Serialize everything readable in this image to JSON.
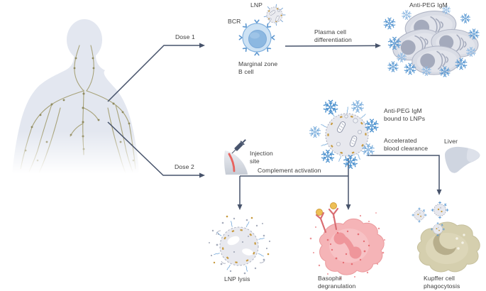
{
  "figure": {
    "type": "scientific-pathway-diagram",
    "topic": "Anti-PEG IgM response to repeated LNP dosing"
  },
  "labels": {
    "lnp": "LNP",
    "bcr": "BCR",
    "dose1": "Dose 1",
    "dose2": "Dose 2",
    "marginal_zone_b_cell": "Marginal zone\nB cell",
    "plasma_cell_differentiation": "Plasma cell\ndifferentiation",
    "anti_peg_igm": "Anti-PEG IgM",
    "injection_site": "Injection\nsite",
    "complement_activation": "Complement activation",
    "anti_peg_igm_bound_to_lnps": "Anti-PEG IgM\nbound to LNPs",
    "accelerated_blood_clearance": "Accelerated\nblood clearance",
    "liver": "Liver",
    "lnp_lysis": "LNP lysis",
    "basophil_degranulation": "Basophil\ndegranulation",
    "kupffer_cell_phagocytosis": "Kupffer cell\nphagocytosis"
  },
  "icons": {
    "igm_snowflake_icon": "six-armed snowflake (IgM pentamer)",
    "lnp_icon": "dashed circle nanoparticle with gold lipid studs and mRNA capsules",
    "b_cell_icon": "blue cell with Y-shaped BCR receptors",
    "plasma_cell_icon": "grey oval cell with nucleus and ER arcs",
    "syringe_icon": "angled syringe over skin wedge",
    "liver_icon": "two-lobed liver silhouette",
    "basophil_icon": "pink granulated cell with IgE receptors",
    "kupffer_cell_icon": "olive amoeboid macrophage",
    "body_icon": "human torso with lymphatic network"
  },
  "colors": {
    "background": "#ffffff",
    "arrow_line": "#47536b",
    "label_text": "#3e3e3e",
    "igm_blue": "#5e9bd3",
    "peg_blue": "#7fb0dd",
    "lipid_gold": "#c79a3e",
    "lnp_gray": "#e7e8ee",
    "b_cell_blue": "#cde2f4",
    "b_cell_nucleus_blue": "#8cb8e1",
    "plasma_cell_gray": "#d9dce5",
    "body_silhouette": "#e3e7f0",
    "lymph_vessel_olive": "#a49f73",
    "injection_red": "#e8635e",
    "basophil_pink": "#f5b4b7",
    "basophil_granule_red": "#e4646a",
    "kupffer_olive": "#d5cfae",
    "liver_gray": "#cfd5e0"
  }
}
